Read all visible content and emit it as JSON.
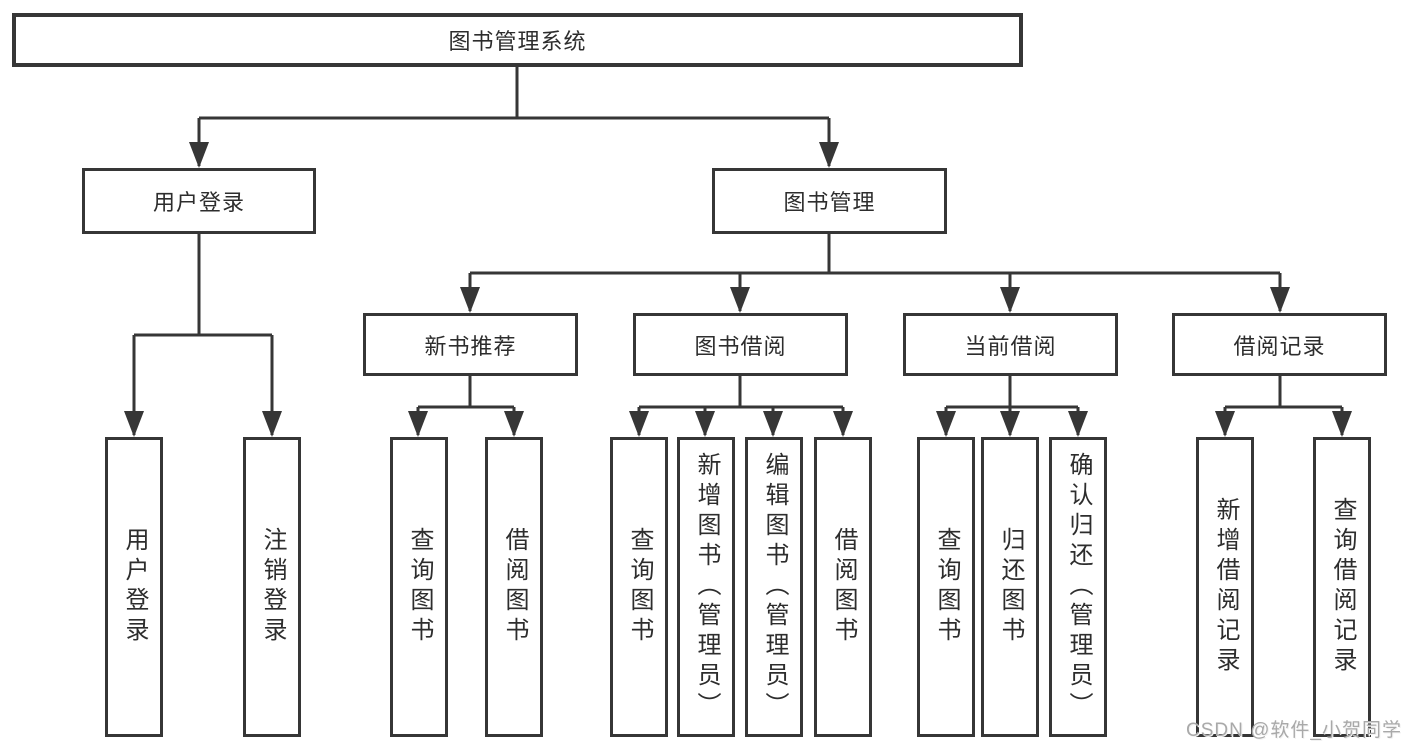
{
  "diagram": {
    "root": "图书管理系统",
    "branches": [
      {
        "label": "用户登录",
        "children": [
          "用户登录",
          "注销登录"
        ]
      },
      {
        "label": "图书管理",
        "sections": [
          {
            "label": "新书推荐",
            "children": [
              "查询图书",
              "借阅图书"
            ]
          },
          {
            "label": "图书借阅",
            "children": [
              "查询图书",
              "新增图书（管理员）",
              "编辑图书（管理员）",
              "借阅图书"
            ]
          },
          {
            "label": "当前借阅",
            "children": [
              "查询图书",
              "归还图书",
              "确认归还（管理员）"
            ]
          },
          {
            "label": "借阅记录",
            "children": [
              "新增借阅记录",
              "查询借阅记录"
            ]
          }
        ]
      }
    ]
  },
  "watermark": {
    "text": "CSDN @软件_小贺同学"
  },
  "colors": {
    "line": "#363636",
    "text": "#2d2d2d",
    "background": "#ffffff",
    "watermark": "#a9a9a9"
  }
}
